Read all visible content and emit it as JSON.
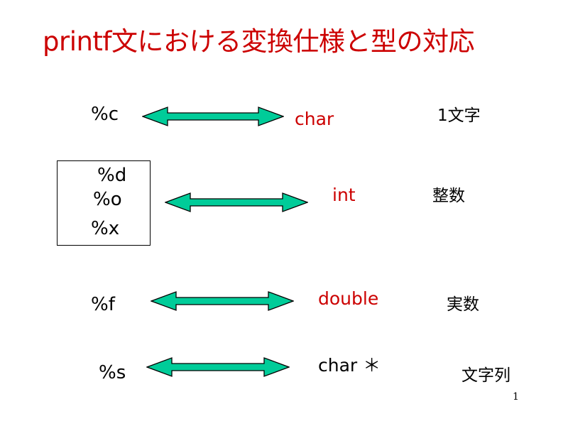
{
  "title": "printf文における変換仕様と型の対応",
  "colors": {
    "title": "#cc0000",
    "type_text": "#cc0000",
    "arrow_fill": "#00cc99",
    "arrow_stroke": "#000000"
  },
  "rows": [
    {
      "specs": [
        "%c"
      ],
      "type": "char",
      "meaning": "1文字"
    },
    {
      "specs": [
        "%d",
        "%o",
        "%x"
      ],
      "type": "int",
      "meaning": "整数"
    },
    {
      "specs": [
        "%f"
      ],
      "type": "double",
      "meaning": "実数"
    },
    {
      "specs": [
        "%s"
      ],
      "type": "char ＊",
      "meaning": "文字列"
    }
  ],
  "page_number": "1"
}
